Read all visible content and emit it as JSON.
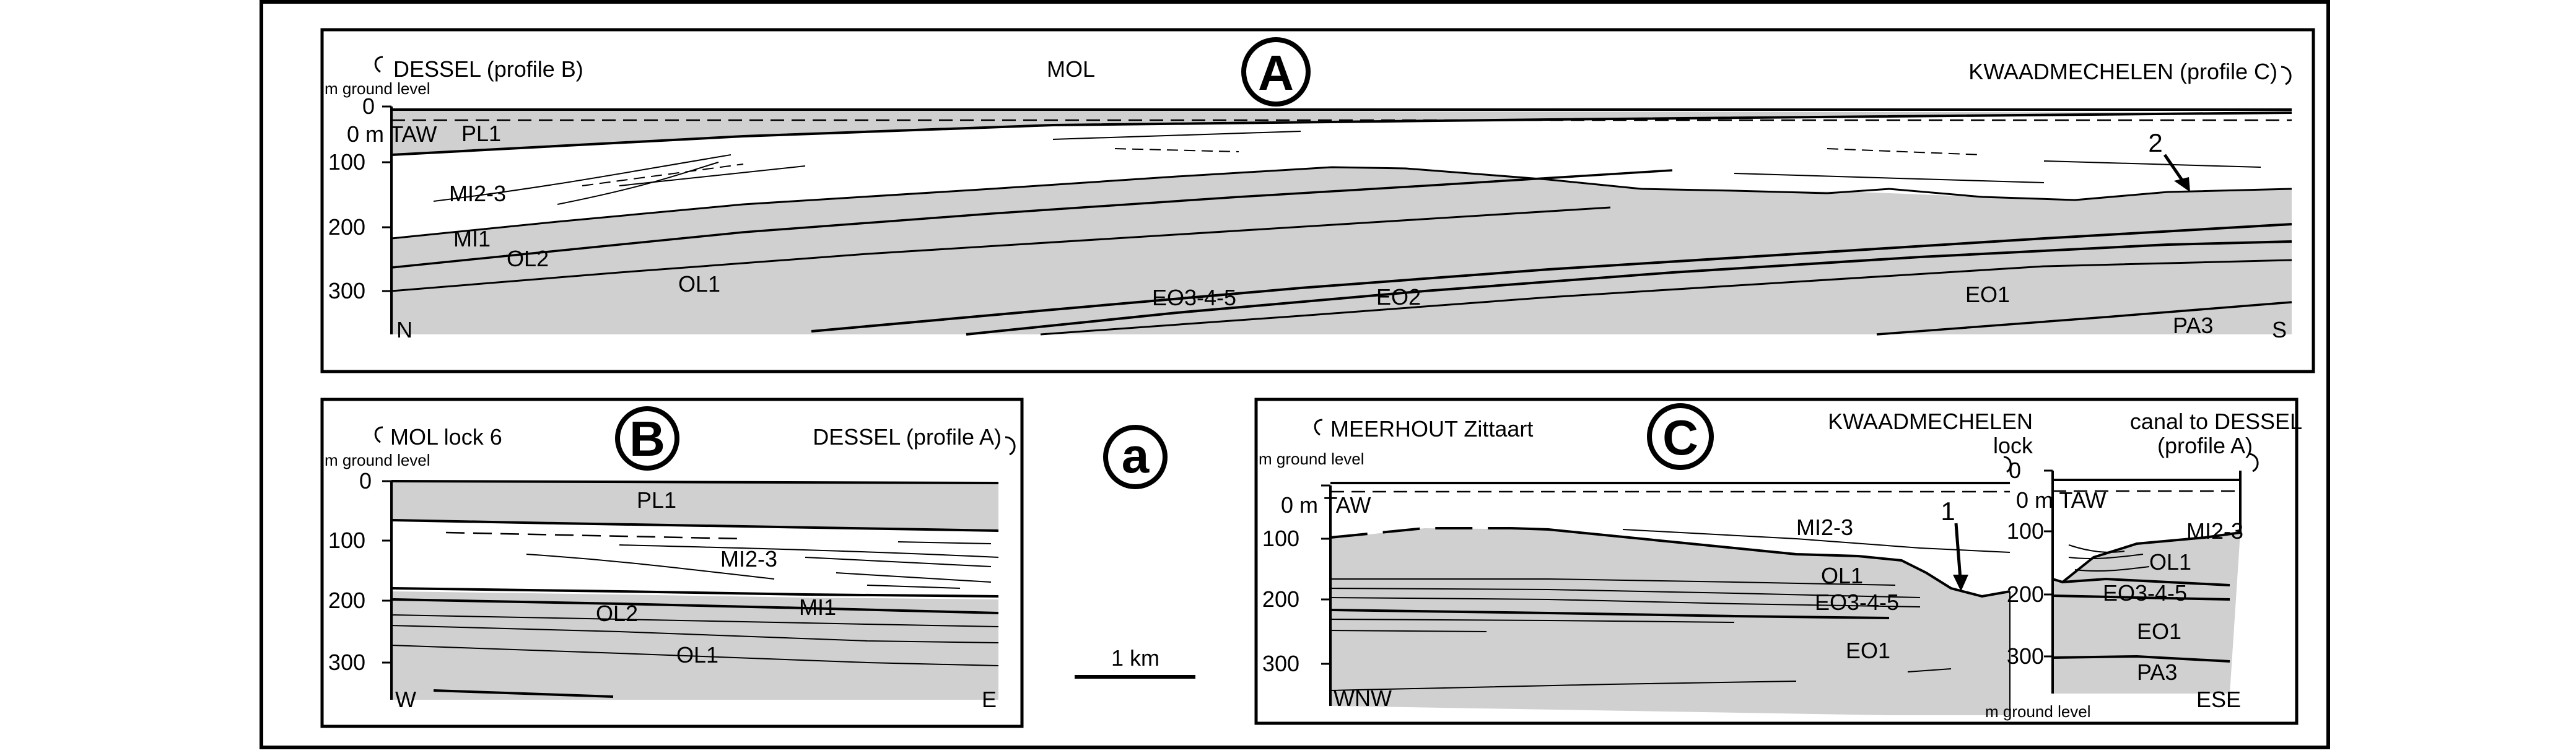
{
  "figure": {
    "profile_a": {
      "badge": "A",
      "left_place": "DESSEL (profile B)",
      "center_place": "MOL",
      "right_place": "KWAADMECHELEN (profile C)",
      "axis_title": "m ground level",
      "ticks": [
        "0",
        "100",
        "200",
        "300"
      ],
      "taw": "0 m TAW",
      "layers": [
        "PL1",
        "MI2-3",
        "MI1",
        "OL2",
        "OL1",
        "EO3-4-5",
        "EO2",
        "EO1",
        "PA3"
      ],
      "marker": "2",
      "left_dir": "N",
      "right_dir": "S"
    },
    "profile_b": {
      "badge": "B",
      "left_place": "MOL lock 6",
      "right_place": "DESSEL (profile A)",
      "axis_title": "m ground level",
      "ticks": [
        "0",
        "100",
        "200",
        "300"
      ],
      "layers": [
        "PL1",
        "MI2-3",
        "OL2",
        "MI1",
        "OL1"
      ],
      "left_dir": "W",
      "right_dir": "E"
    },
    "legend": {
      "badge": "a",
      "scale_label": "1 km"
    },
    "profile_c": {
      "badge": "C",
      "left_place": "MEERHOUT Zittaart",
      "center_place_1": "KWAADMECHELEN",
      "center_place_2": "lock",
      "right_place_1": "canal to DESSEL",
      "right_place_2": "(profile A)",
      "axis_title": "m ground level",
      "ticks": [
        "0",
        "100",
        "200",
        "300"
      ],
      "taw": "0 m TAW",
      "taw2": "TAW",
      "layers_left": [
        "MI2-3",
        "OL1",
        "EO3-4-5",
        "EO1"
      ],
      "layers_right": [
        "MI2-3",
        "OL1",
        "EO3-4-5",
        "EO1",
        "PA3"
      ],
      "marker": "1",
      "bottom_label": "m ground level",
      "left_dir": "WNW",
      "right_dir": "ESE"
    }
  },
  "colors": {
    "fill": "#d0d0d0",
    "line": "#000000"
  }
}
